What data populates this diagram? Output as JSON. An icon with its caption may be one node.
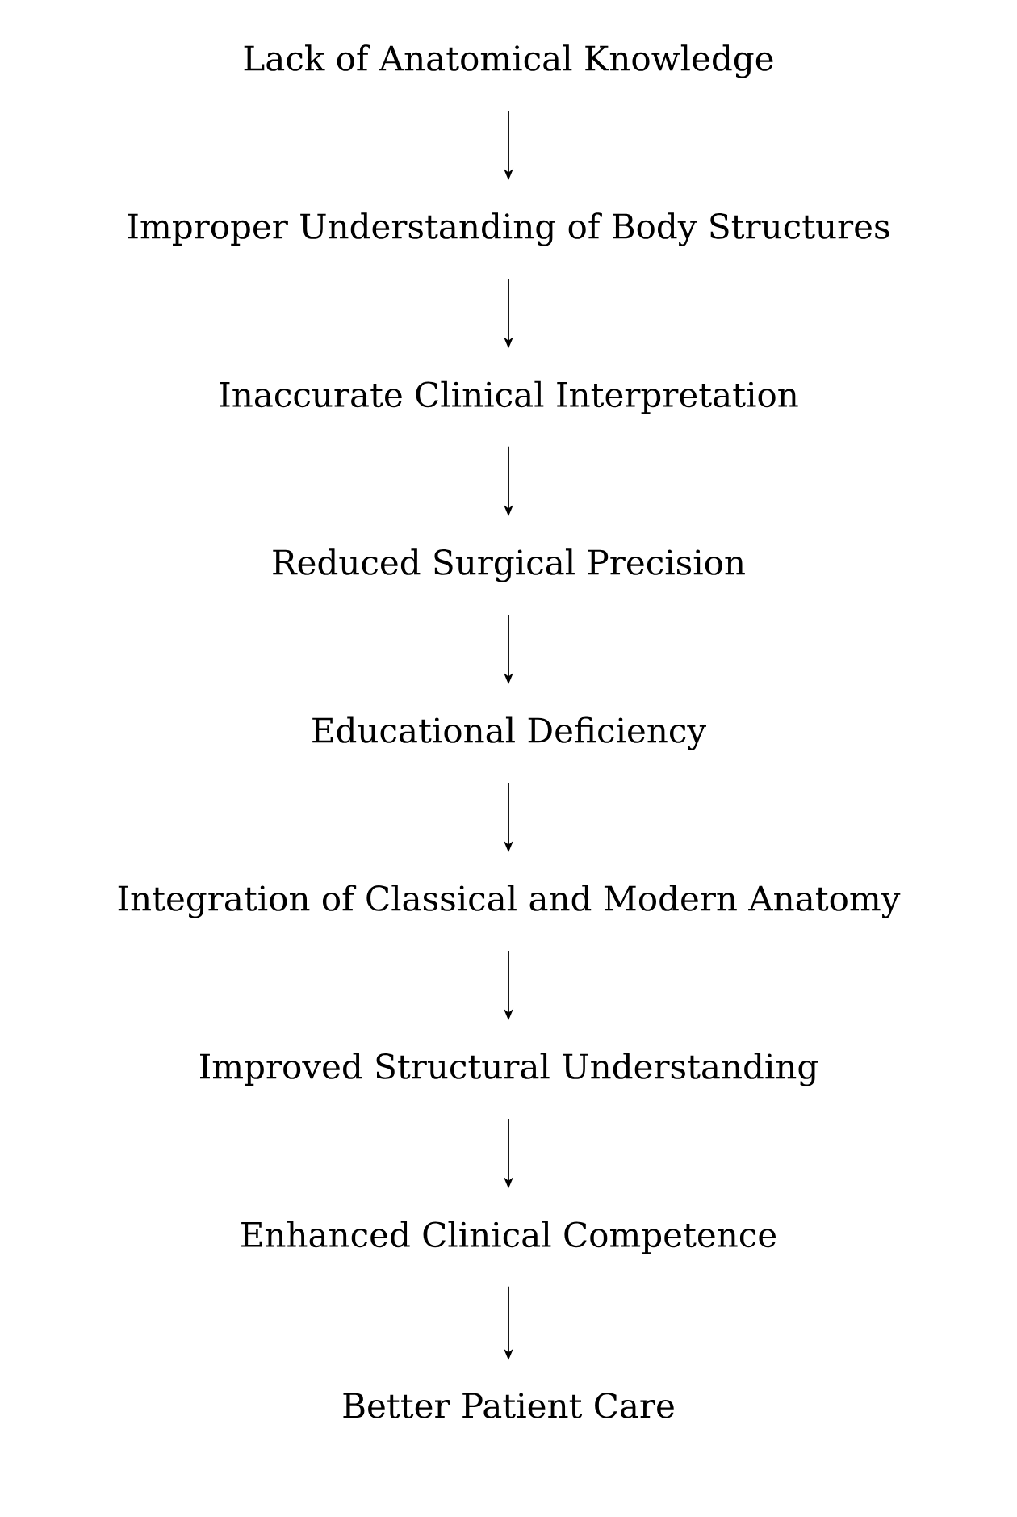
{
  "diagram": {
    "nodes": [
      {
        "text": [
          "Lack of Anatomical Knowledge"
        ]
      },
      {
        "text": [
          "Improper Understanding of Body Structures"
        ]
      },
      {
        "text": [
          "Inaccurate Clinical Interpretation"
        ]
      },
      {
        "text": [
          "Reduced Surgical Precision"
        ]
      },
      {
        "text": [
          "Educational Deficiency"
        ]
      },
      {
        "text": [
          "Integration of Classical and Modern Anatomy"
        ]
      },
      {
        "text": [
          "Improved Structural Understanding"
        ]
      },
      {
        "text": [
          "Enhanced Clinical Competence"
        ]
      },
      {
        "text": [
          "Better Patient Care"
        ]
      }
    ],
    "edges": [
      {
        "from": 0,
        "to": 1,
        "arrow": "to"
      },
      {
        "from": 1,
        "to": 2,
        "arrow": "to"
      },
      {
        "from": 2,
        "to": 3,
        "arrow": "to"
      },
      {
        "from": 3,
        "to": 4,
        "arrow": "to"
      },
      {
        "from": 4,
        "to": 5,
        "arrow": "to"
      },
      {
        "from": 5,
        "to": 6,
        "arrow": "to"
      },
      {
        "from": 6,
        "to": 7,
        "arrow": "to"
      },
      {
        "from": 7,
        "to": 8,
        "arrow": "to"
      }
    ]
  }
}
